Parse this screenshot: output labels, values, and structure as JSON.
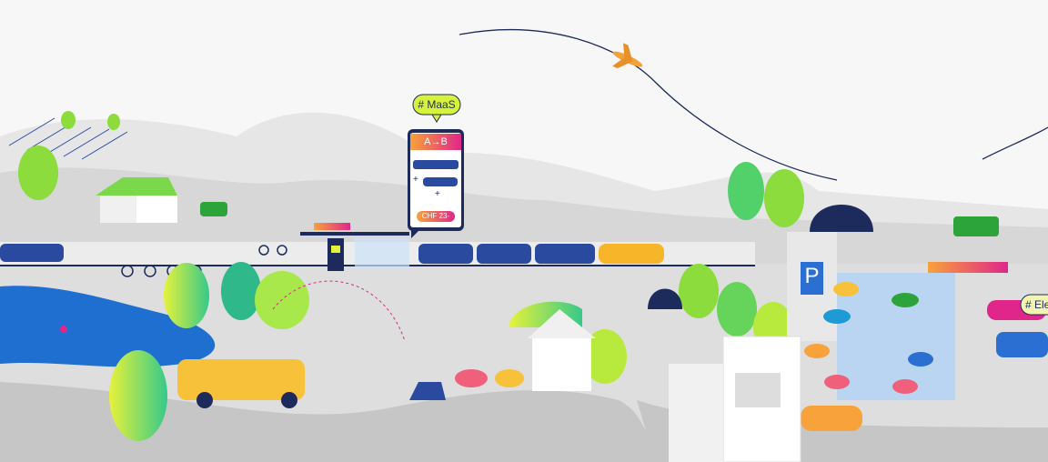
{
  "bubble_maas": "# MaaS",
  "phone": {
    "route": "A→B",
    "plus_1": "+",
    "plus_2": "+",
    "price": "CHF 23-"
  },
  "parking_sign": "P",
  "bubble_electric": "# Ele",
  "colors": {
    "background": "#f7f7f7",
    "hill": "#dcdcdc",
    "road": "#c9c9c9",
    "lake": "#1f6fd1",
    "train": "#2a4aa0",
    "tree": "#8bdc3c",
    "accent_pink": "#e0268a",
    "accent_orange": "#f7a23a",
    "navy": "#1d2b5c"
  }
}
